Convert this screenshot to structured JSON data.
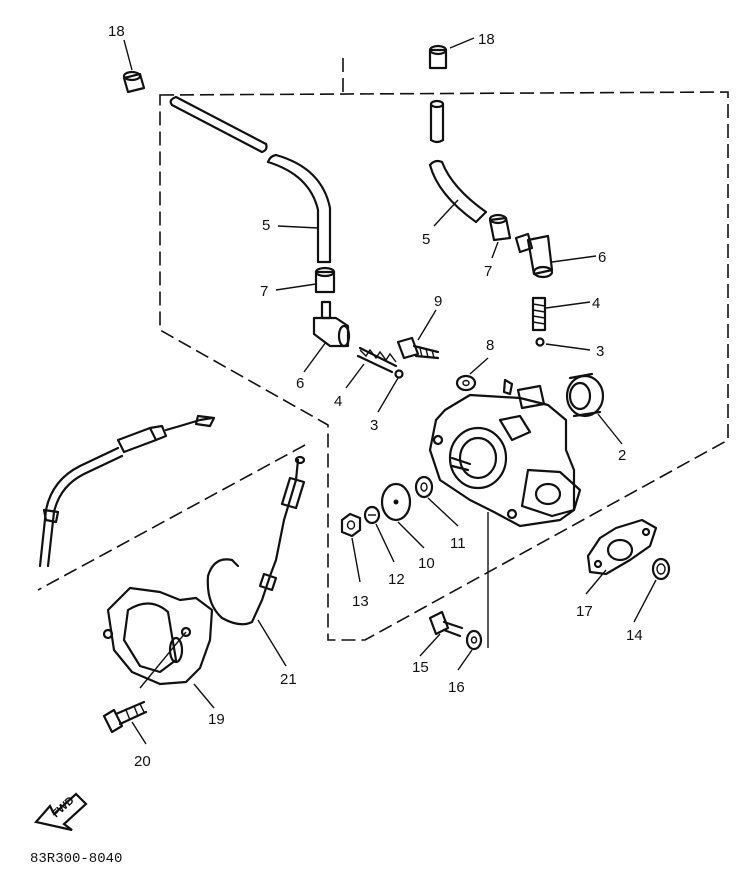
{
  "diagram": {
    "code": "83R300-8040",
    "fwd_arrow_text": "FWD",
    "callouts": [
      {
        "id": "c18a",
        "text": "18"
      },
      {
        "id": "c18b",
        "text": "18"
      },
      {
        "id": "c5a",
        "text": "5"
      },
      {
        "id": "c5b",
        "text": "5"
      },
      {
        "id": "c7a",
        "text": "7"
      },
      {
        "id": "c7b",
        "text": "7"
      },
      {
        "id": "c6a",
        "text": "6"
      },
      {
        "id": "c6b",
        "text": "6"
      },
      {
        "id": "c9",
        "text": "9"
      },
      {
        "id": "c4a",
        "text": "4"
      },
      {
        "id": "c4b",
        "text": "4"
      },
      {
        "id": "c3a",
        "text": "3"
      },
      {
        "id": "c3b",
        "text": "3"
      },
      {
        "id": "c8",
        "text": "8"
      },
      {
        "id": "c2",
        "text": "2"
      },
      {
        "id": "c11",
        "text": "11"
      },
      {
        "id": "c10",
        "text": "10"
      },
      {
        "id": "c12",
        "text": "12"
      },
      {
        "id": "c13",
        "text": "13"
      },
      {
        "id": "c17",
        "text": "17"
      },
      {
        "id": "c14",
        "text": "14"
      },
      {
        "id": "c15",
        "text": "15"
      },
      {
        "id": "c16",
        "text": "16"
      },
      {
        "id": "c21",
        "text": "21"
      },
      {
        "id": "c19",
        "text": "19"
      },
      {
        "id": "c20",
        "text": "20"
      }
    ]
  }
}
